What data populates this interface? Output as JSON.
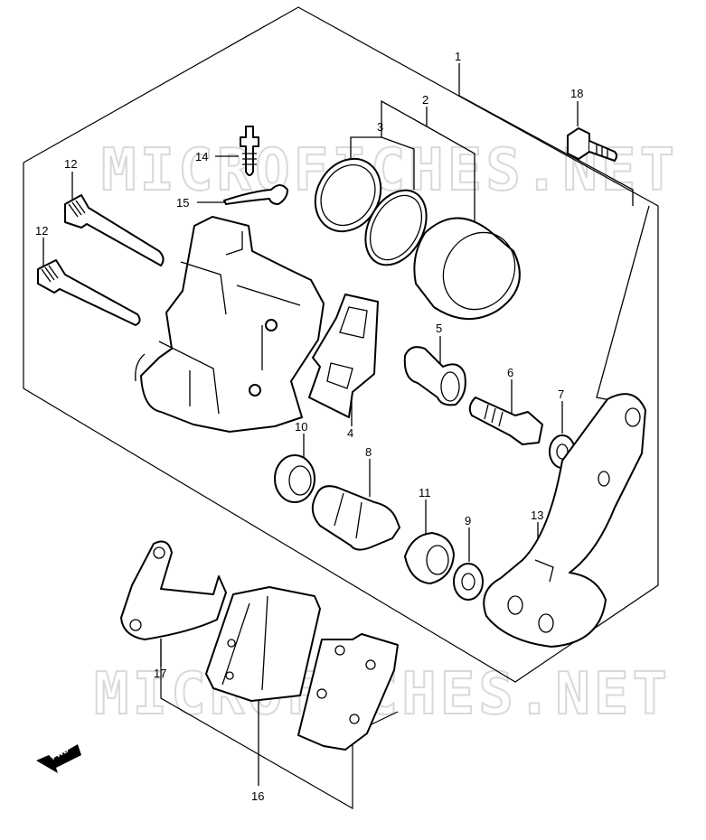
{
  "watermark": "MICROFICHES.NET",
  "direction_label": "FWD",
  "callouts": {
    "c1": "1",
    "c2": "2",
    "c3": "3",
    "c4": "4",
    "c5": "5",
    "c6": "6",
    "c7": "7",
    "c8": "8",
    "c9": "9",
    "c10": "10",
    "c11": "11",
    "c12a": "12",
    "c12b": "12",
    "c13": "13",
    "c14": "14",
    "c15": "15",
    "c16": "16",
    "c17": "17",
    "c18": "18"
  }
}
